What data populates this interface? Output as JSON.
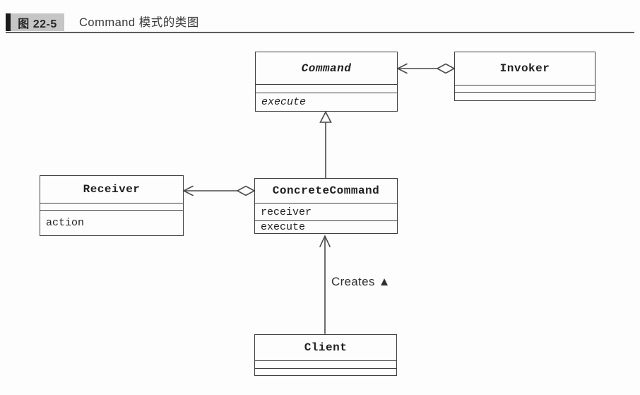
{
  "header": {
    "badge_label": "图 22-5",
    "title": "Command 模式的类图"
  },
  "diagram": {
    "classes": [
      {
        "name": "Command",
        "stereotype": "abstract",
        "attributes_text": "",
        "operations_text": "execute"
      },
      {
        "name": "Invoker",
        "stereotype": "class",
        "attributes_text": "",
        "operations_text": ""
      },
      {
        "name": "Receiver",
        "stereotype": "class",
        "attributes_text": "",
        "operations_text": "action"
      },
      {
        "name": "ConcreteCommand",
        "stereotype": "class",
        "attributes_text": "receiver",
        "operations_text": "execute"
      },
      {
        "name": "Client",
        "stereotype": "class",
        "attributes_text": "",
        "operations_text": ""
      }
    ],
    "relationships": [
      {
        "type": "aggregation",
        "owner": "Invoker",
        "target": "Command"
      },
      {
        "type": "aggregation",
        "owner": "ConcreteCommand",
        "target": "Receiver"
      },
      {
        "type": "inheritance",
        "child": "ConcreteCommand",
        "parent": "Command"
      },
      {
        "type": "dependency",
        "from": "Client",
        "to": "ConcreteCommand",
        "label": "Creates ▲"
      }
    ],
    "creates_label": "Creates ▲"
  },
  "colors": {
    "line": "#4a4a4a",
    "box_border": "#3f3f3f",
    "text": "#1f1f1f",
    "badge_bg": "#c6c6c6",
    "badge_bar": "#1b1b1b",
    "rule": "#5d5d5d",
    "background": "#fdfdfd"
  }
}
